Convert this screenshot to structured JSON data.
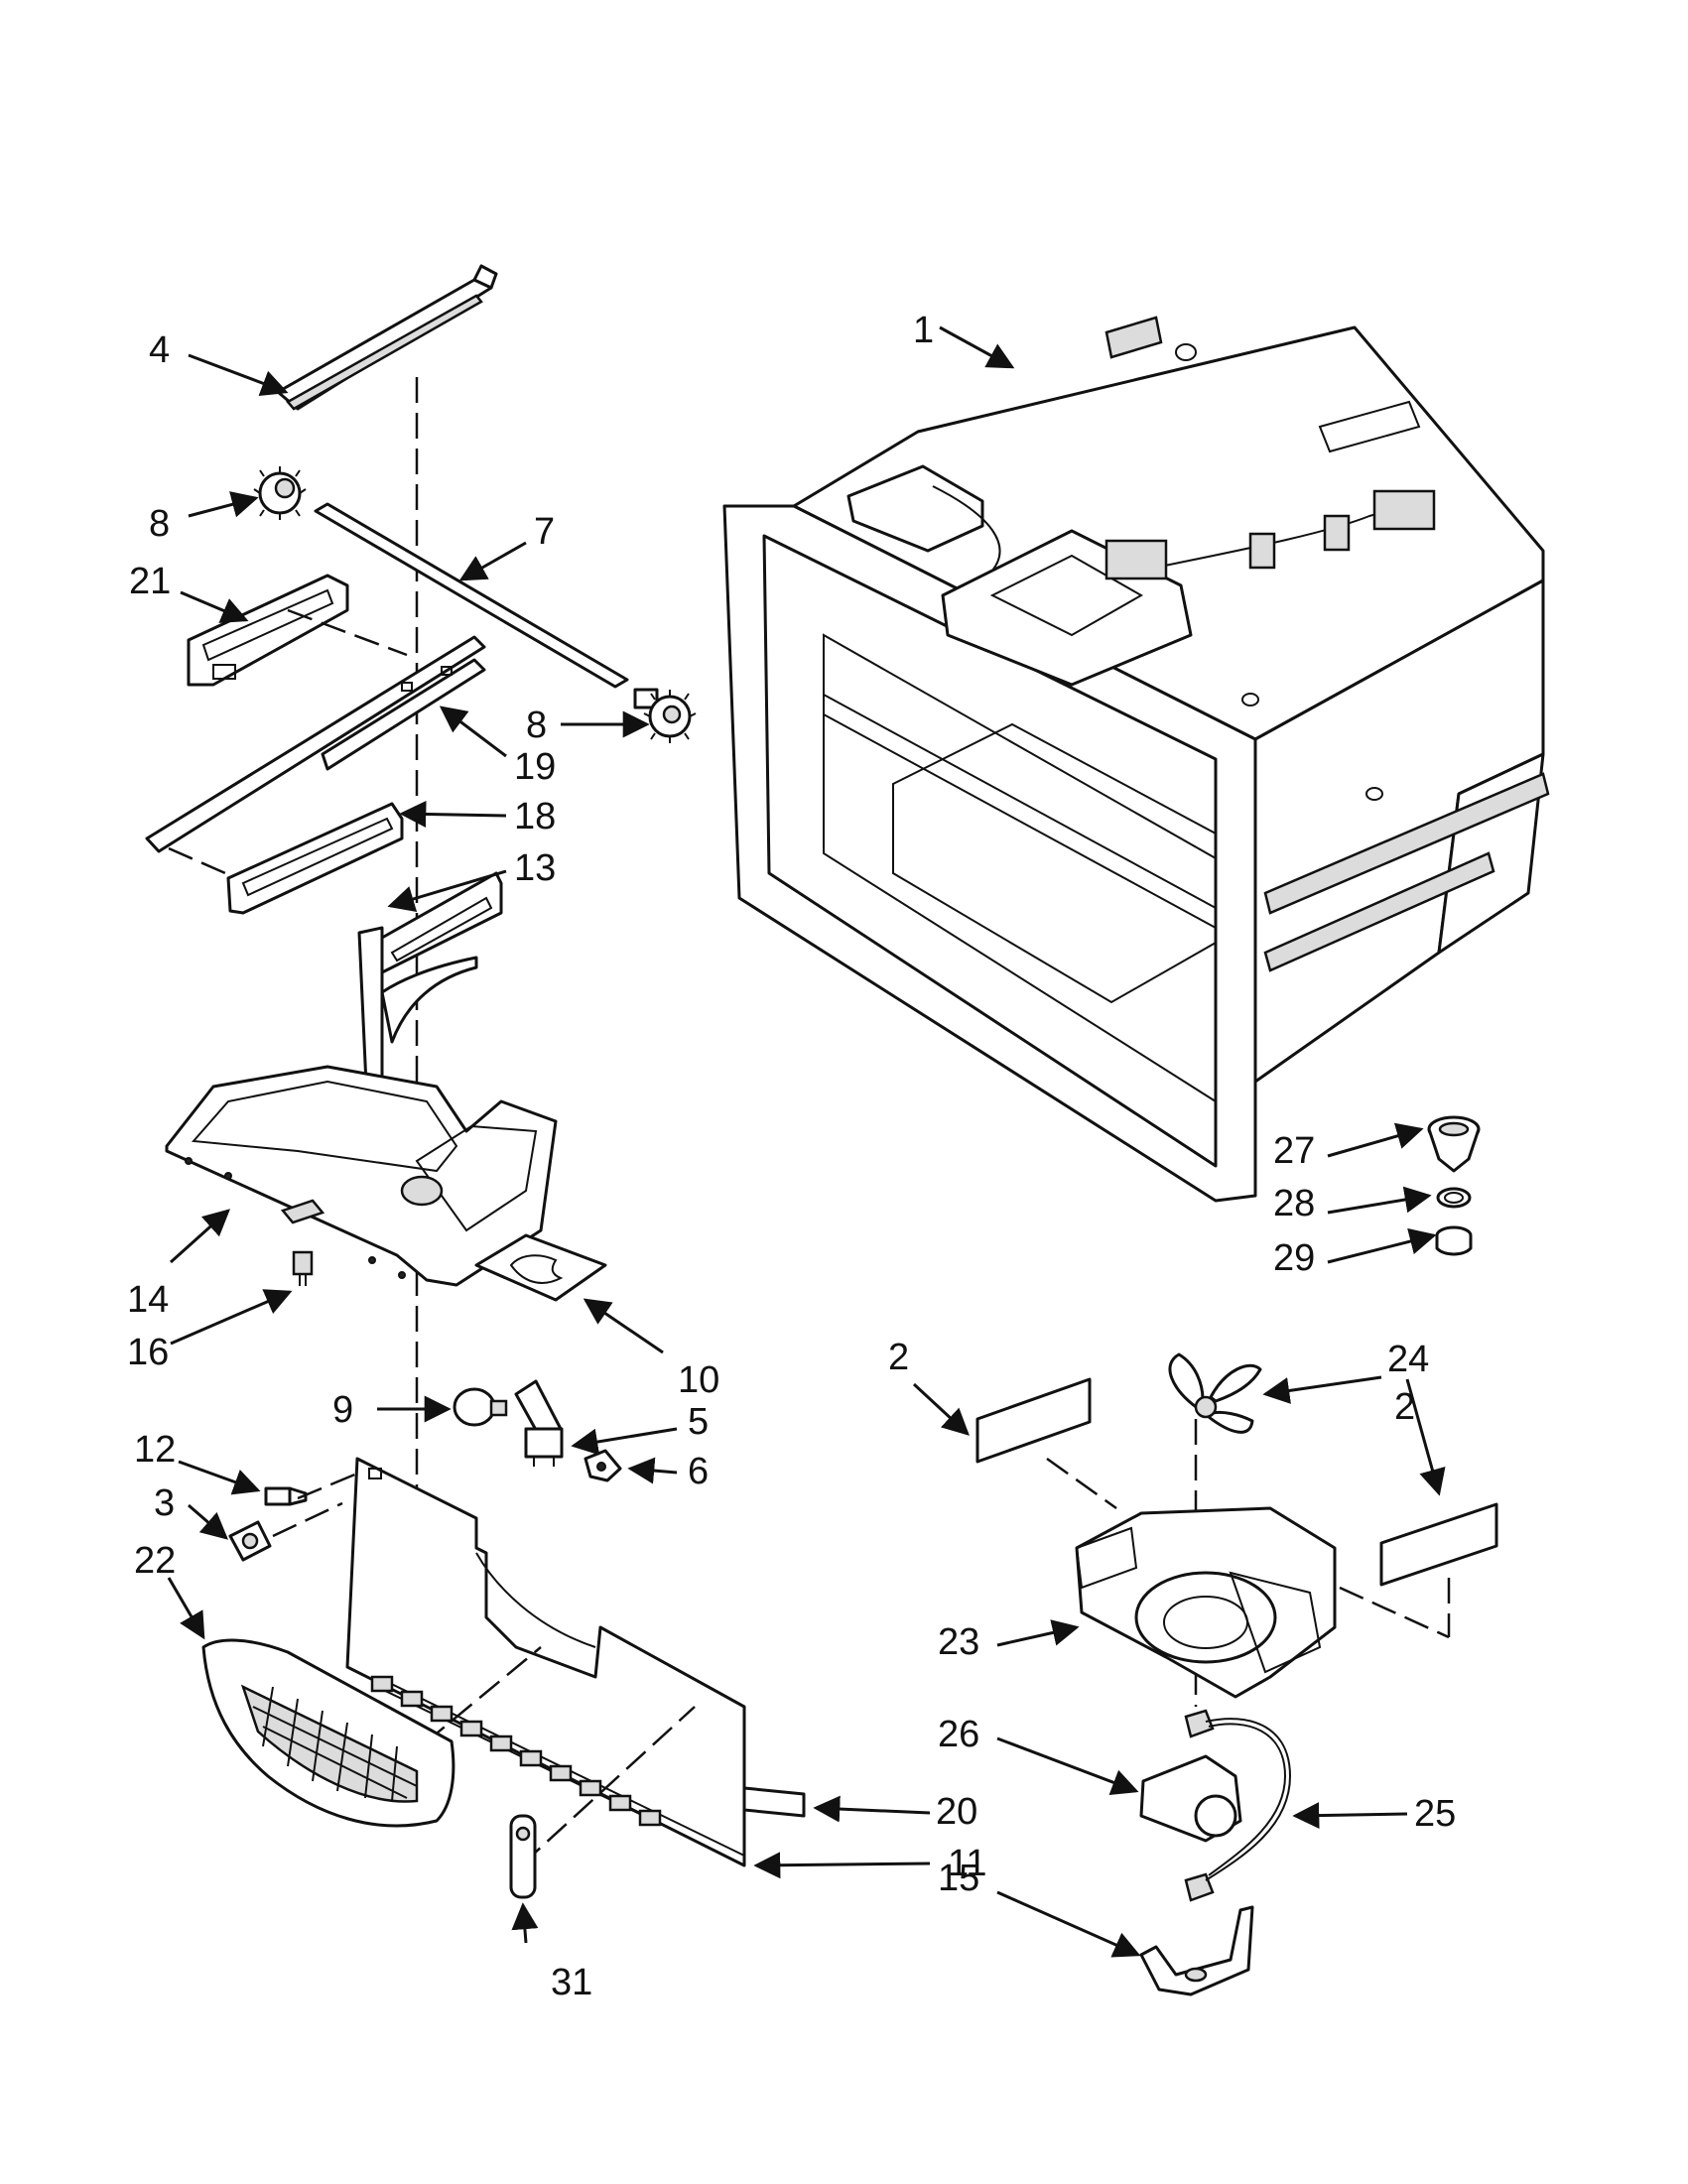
{
  "callouts": {
    "c1": "1",
    "c2a": "2",
    "c2b": "2",
    "c3": "3",
    "c4": "4",
    "c5": "5",
    "c6": "6",
    "c7": "7",
    "c8a": "8",
    "c8b": "8",
    "c9": "9",
    "c10": "10",
    "c11": "11",
    "c12": "12",
    "c13": "13",
    "c14": "14",
    "c15": "15",
    "c16": "16",
    "c18": "18",
    "c19": "19",
    "c20": "20",
    "c21": "21",
    "c22": "22",
    "c23": "23",
    "c24": "24",
    "c25": "25",
    "c26": "26",
    "c27": "27",
    "c28": "28",
    "c29": "29",
    "c31": "31"
  }
}
